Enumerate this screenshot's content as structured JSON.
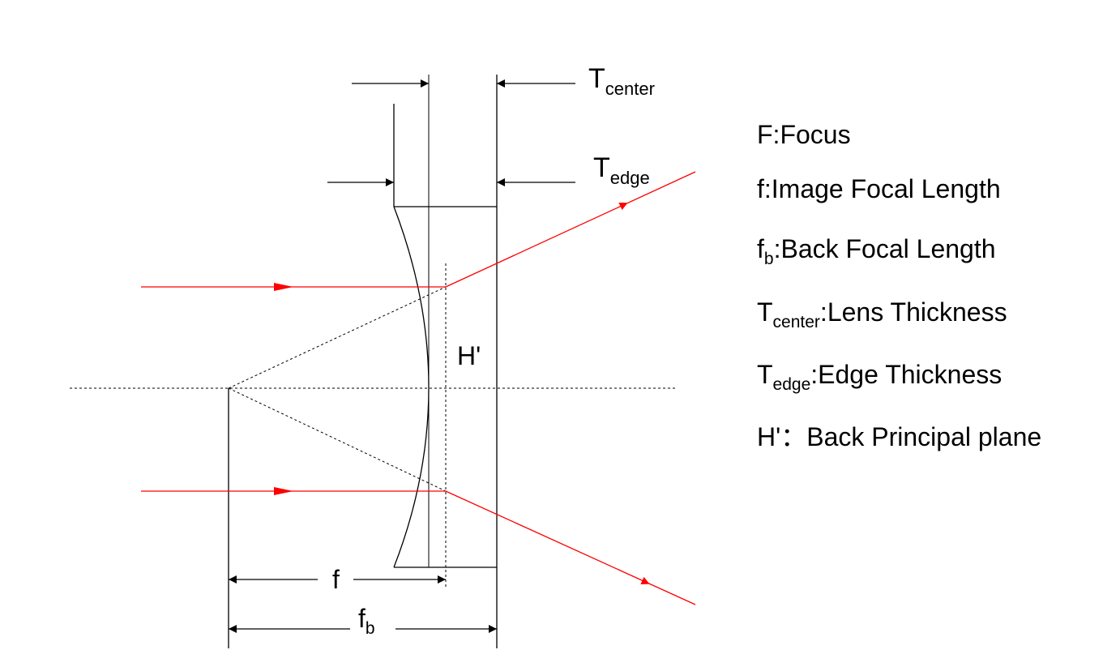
{
  "diagram": {
    "labels": {
      "t_center": {
        "main": "T",
        "sub": "center"
      },
      "t_edge": {
        "main": "T",
        "sub": "edge"
      },
      "h_prime": "H'",
      "f": "f",
      "f_b": {
        "main": "f",
        "sub": "b"
      }
    },
    "legend": [
      {
        "main": "F",
        "sub": "",
        "text": ":Focus"
      },
      {
        "main": "f",
        "sub": "",
        "text": ":Image Focal Length"
      },
      {
        "main": "f",
        "sub": "b",
        "text": ":Back Focal Length"
      },
      {
        "main": "T",
        "sub": "center",
        "text": ":Lens Thickness"
      },
      {
        "main": "T",
        "sub": "edge",
        "text": ":Edge Thickness"
      },
      {
        "main": "H'",
        "sub": "",
        "text": "：Back Principal plane"
      }
    ],
    "colors": {
      "line": "#000000",
      "ray": "#ff0000",
      "background": "#ffffff"
    }
  }
}
